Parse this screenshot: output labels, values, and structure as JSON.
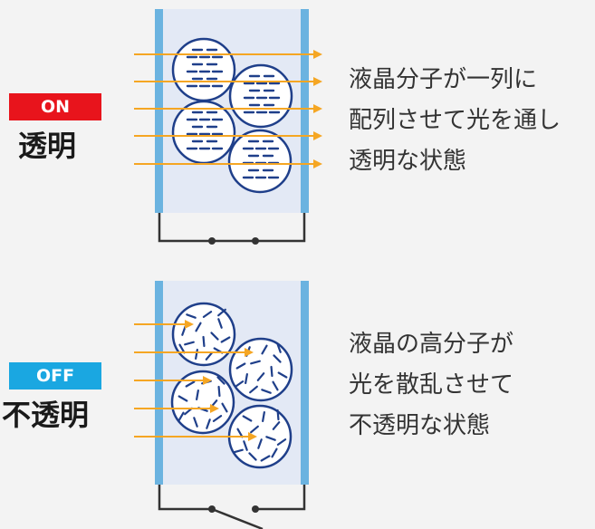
{
  "on_state": {
    "badge": "ON",
    "title": "透明",
    "description_lines": [
      "液晶分子が一列に",
      "配列させて光を通し",
      "透明な状態"
    ]
  },
  "off_state": {
    "badge": "OFF",
    "title": "不透明",
    "description_lines": [
      "液晶の高分子が",
      "光を散乱させて",
      "不透明な状態"
    ]
  },
  "colors": {
    "on_badge": "#e8141c",
    "off_badge": "#1aa7e1",
    "arrow": "#f5a623",
    "electrode": "#6bb3e0",
    "cell_fill": "#e3e9f5",
    "molecule": "#1f3f8a"
  }
}
